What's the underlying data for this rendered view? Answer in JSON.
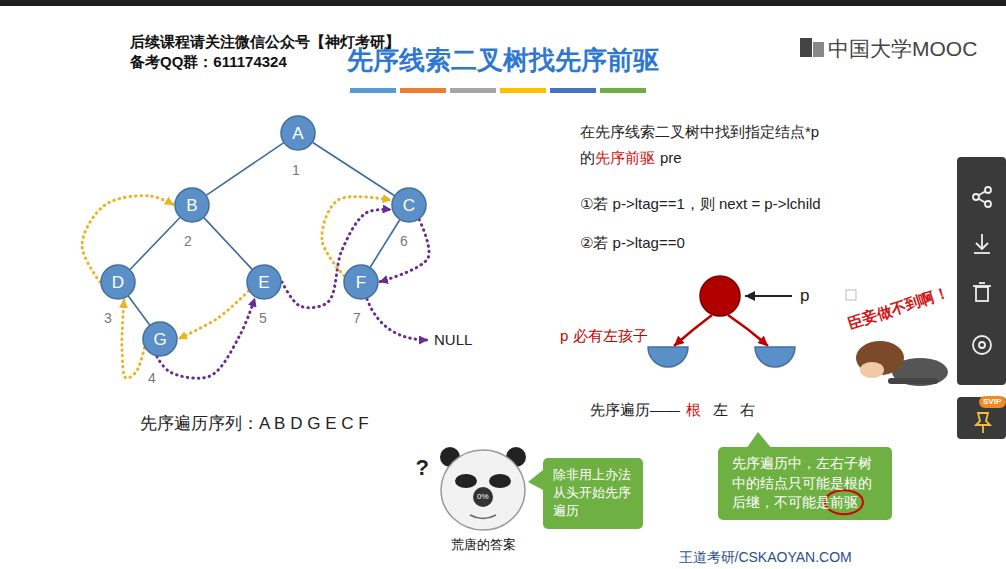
{
  "diagram": {
    "title": "先序线索二叉树找先序前驱",
    "nodes": [
      {
        "text": [
          "A"
        ]
      },
      {
        "text": [
          "B"
        ]
      },
      {
        "text": [
          "C"
        ]
      },
      {
        "text": [
          "D"
        ]
      },
      {
        "text": [
          "E"
        ]
      },
      {
        "text": [
          "F"
        ]
      },
      {
        "text": [
          "G"
        ]
      },
      {
        "text": [
          "除非用上办法从头开始先序遍历"
        ]
      },
      {
        "text": [
          "先序遍历中，左右子树中的结点只可能是根的后继，不可能是前驱"
        ]
      }
    ],
    "edges": [
      {
        "from": 0,
        "to": 1,
        "arrow": "none"
      },
      {
        "from": 0,
        "to": 2,
        "arrow": "none"
      },
      {
        "from": 1,
        "to": 3,
        "arrow": "none"
      },
      {
        "from": 1,
        "to": 4,
        "arrow": "none"
      },
      {
        "from": 3,
        "to": 6,
        "arrow": "none"
      },
      {
        "from": 2,
        "to": 5,
        "arrow": "none"
      },
      {
        "from": 3,
        "to": 1,
        "arrow": "to"
      },
      {
        "from": 6,
        "to": 3,
        "arrow": "to"
      },
      {
        "from": 6,
        "to": 4,
        "arrow": "to"
      },
      {
        "from": 4,
        "to": 6,
        "arrow": "to"
      },
      {
        "from": 4,
        "to": 2,
        "arrow": "to"
      },
      {
        "from": 5,
        "to": 2,
        "arrow": "to"
      },
      {
        "from": 2,
        "to": 5,
        "arrow": "to"
      }
    ],
    "labels": [
      "后续课程请关注微信公众号【神灯考研】",
      "备考QQ群：611174324",
      "中国大学MOOC",
      "1",
      "2",
      "6",
      "3",
      "5",
      "7",
      "4",
      "NULL",
      "先序遍历序列：A B D G E C F",
      "在先序线索二叉树中找到指定结点*p",
      "的",
      "先序前驱",
      "pre",
      "①若 p->ltag==1，则 next = p->lchild",
      "②若 p->ltag==0",
      "p",
      "p 必有左孩子",
      "先序遍历——",
      "根",
      "左",
      "右",
      "?",
      "0%",
      "荒唐的答案",
      "臣妾做不到啊！",
      "SVIP",
      "王道考研/CSKAOYAN.COM"
    ]
  }
}
